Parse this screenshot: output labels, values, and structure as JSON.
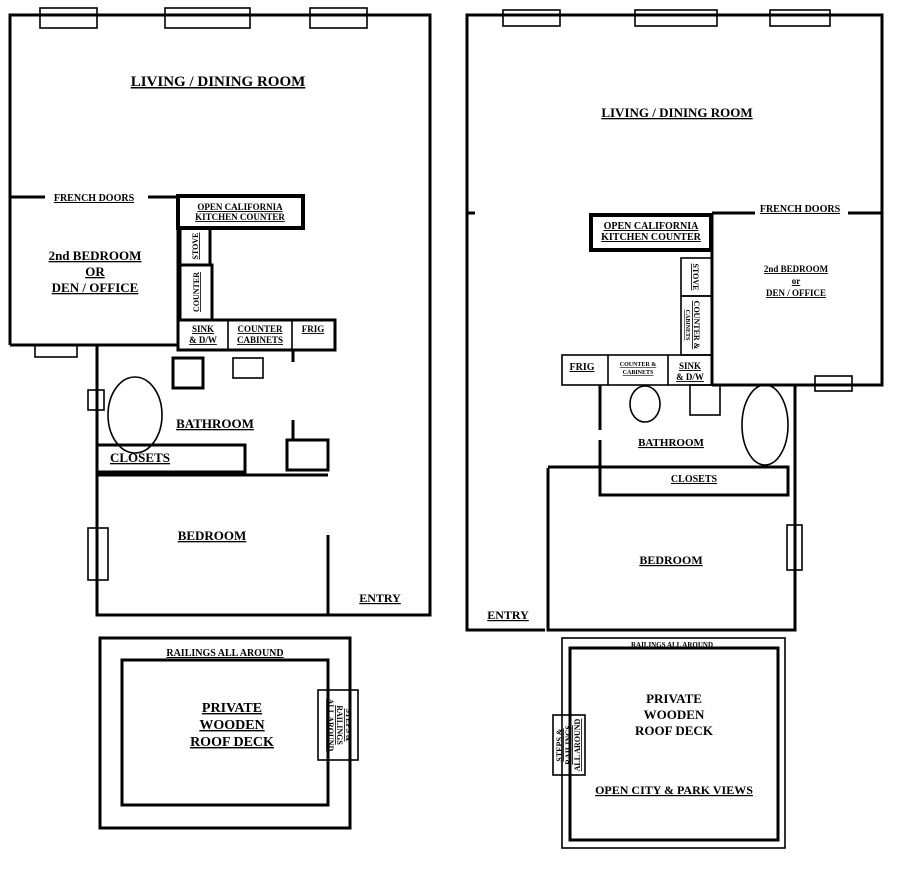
{
  "plan_a": {
    "living": "LIVING / DINING ROOM",
    "french_doors": "FRENCH DOORS",
    "kitchen_counter_1": "OPEN CALIFORNIA",
    "kitchen_counter_2": "KITCHEN COUNTER",
    "stove": "STOVE",
    "counter": "COUNTER",
    "sink_1": "SINK",
    "sink_2": "& D/W",
    "counter_cab_1": "COUNTER",
    "counter_cab_2": "CABINETS",
    "frig": "FRIG",
    "bedroom2_1": "2nd BEDROOM",
    "bedroom2_2": "OR",
    "bedroom2_3": "DEN / OFFICE",
    "bathroom": "BATHROOM",
    "closets": "CLOSETS",
    "bedroom": "BEDROOM",
    "entry": "ENTRY",
    "deck_railings": "RAILINGS ALL AROUND",
    "deck_1": "PRIVATE",
    "deck_2": "WOODEN",
    "deck_3": "ROOF DECK",
    "steps_1": "STEPS &",
    "steps_2": "RAILINGS",
    "steps_3": "ALL AROUND"
  },
  "plan_b": {
    "living": "LIVING / DINING ROOM",
    "french_doors": "FRENCH DOORS",
    "kitchen_counter_1": "OPEN CALIFORNIA",
    "kitchen_counter_2": "KITCHEN COUNTER",
    "stove": "STOVE",
    "counter_1": "COUNTER &",
    "counter_2": "CABINETS",
    "frig": "FRIG",
    "counter_cab_1": "COUNTER &",
    "counter_cab_2": "CABINETS",
    "sink_1": "SINK",
    "sink_2": "& D/W",
    "bedroom2_1": "2nd BEDROOM",
    "bedroom2_2": "or",
    "bedroom2_3": "DEN / OFFICE",
    "bathroom": "BATHROOM",
    "closets": "CLOSETS",
    "bedroom": "BEDROOM",
    "entry": "ENTRY",
    "deck_railings": "RAILINGS ALL AROUND",
    "deck_1": "PRIVATE",
    "deck_2": "WOODEN",
    "deck_3": "ROOF DECK",
    "views": "OPEN CITY & PARK VIEWS",
    "steps_1": "STEPS &",
    "steps_2": "RAILINGS",
    "steps_3": "ALL AROUND"
  }
}
